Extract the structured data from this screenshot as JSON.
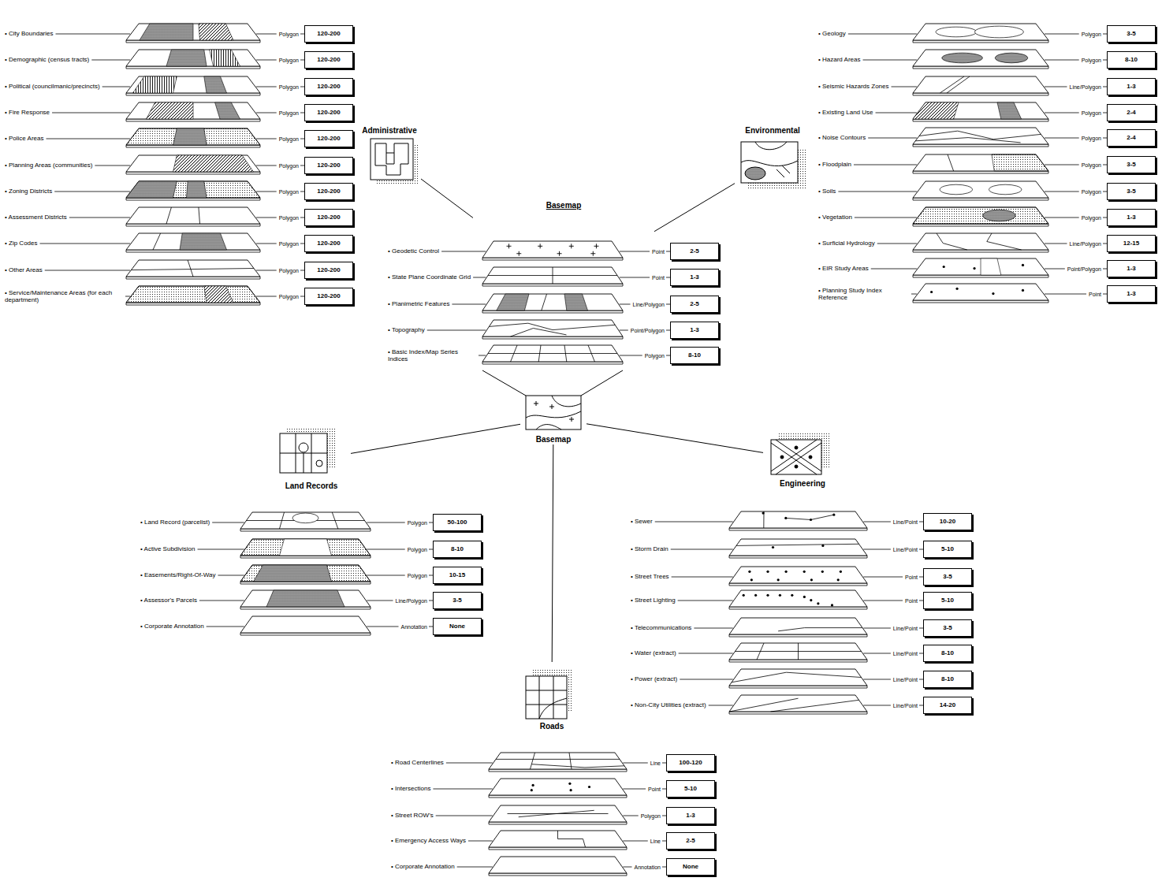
{
  "diagram": {
    "nodes": [
      {
        "text": [
          "120-200"
        ]
      },
      {
        "text": [
          "120-200"
        ]
      },
      {
        "text": [
          "120-200"
        ]
      },
      {
        "text": [
          "120-200"
        ]
      },
      {
        "text": [
          "120-200"
        ]
      },
      {
        "text": [
          "120-200"
        ]
      },
      {
        "text": [
          "120-200"
        ]
      },
      {
        "text": [
          "120-200"
        ]
      },
      {
        "text": [
          "120-200"
        ]
      },
      {
        "text": [
          "120-200"
        ]
      },
      {
        "text": [
          "120-200"
        ]
      },
      {
        "text": [
          "Administrative"
        ]
      },
      {
        "text": [
          "Basemap"
        ]
      },
      {
        "text": [
          "2-5"
        ]
      },
      {
        "text": [
          "1-3"
        ]
      },
      {
        "text": [
          "2-5"
        ]
      },
      {
        "text": [
          "1-3"
        ]
      },
      {
        "text": [
          "8-10"
        ]
      },
      {
        "text": [
          "Environmental"
        ]
      },
      {
        "text": [
          "3-5"
        ]
      },
      {
        "text": [
          "8-10"
        ]
      },
      {
        "text": [
          "1-3"
        ]
      },
      {
        "text": [
          "2-4"
        ]
      },
      {
        "text": [
          "2-4"
        ]
      },
      {
        "text": [
          "3-5"
        ]
      },
      {
        "text": [
          "3-5"
        ]
      },
      {
        "text": [
          "1-3"
        ]
      },
      {
        "text": [
          "12-15"
        ]
      },
      {
        "text": [
          "1-3"
        ]
      },
      {
        "text": [
          "1-3"
        ]
      },
      {
        "text": [
          "Basemap"
        ]
      },
      {
        "text": [
          "Land Records"
        ]
      },
      {
        "text": [
          "50-100"
        ]
      },
      {
        "text": [
          "8-10"
        ]
      },
      {
        "text": [
          "10-15"
        ]
      },
      {
        "text": [
          "3-5"
        ]
      },
      {
        "text": [
          "None"
        ]
      },
      {
        "text": [
          "Engineering"
        ]
      },
      {
        "text": [
          "10-20"
        ]
      },
      {
        "text": [
          "5-10"
        ]
      },
      {
        "text": [
          "3-5"
        ]
      },
      {
        "text": [
          "5-10"
        ]
      },
      {
        "text": [
          "3-5"
        ]
      },
      {
        "text": [
          "8-10"
        ]
      },
      {
        "text": [
          "8-10"
        ]
      },
      {
        "text": [
          "14-20"
        ]
      },
      {
        "text": [
          "Roads"
        ]
      },
      {
        "text": [
          "100-120"
        ]
      },
      {
        "text": [
          "5-10"
        ]
      },
      {
        "text": [
          "1-3"
        ]
      },
      {
        "text": [
          "2-5"
        ]
      },
      {
        "text": [
          "None"
        ]
      }
    ],
    "edges": [
      {
        "from": 11,
        "to": 12,
        "arrow": "none"
      },
      {
        "from": 18,
        "to": 12,
        "arrow": "none"
      },
      {
        "from": 12,
        "to": 30,
        "arrow": "none"
      },
      {
        "from": 30,
        "to": 31,
        "arrow": "none"
      },
      {
        "from": 30,
        "to": 37,
        "arrow": "none"
      },
      {
        "from": 30,
        "to": 46,
        "arrow": "none"
      }
    ],
    "labels": [
      "• City Boundaries",
      "Polygon",
      "• Demographic (census tracts)",
      "Polygon",
      "• Political (councilmanic/precincts)",
      "Polygon",
      "• Fire Response",
      "Polygon",
      "• Police Areas",
      "Polygon",
      "• Planning Areas (communities)",
      "Polygon",
      "• Zoning Districts",
      "Polygon",
      "• Assessment Districts",
      "Polygon",
      "• Zip Codes",
      "Polygon",
      "• Other Areas",
      "Polygon",
      "• Service/Maintenance Areas (for each department)",
      "Polygon",
      "• Geodetic Control",
      "Point",
      "• State Plane Coordinate Grid",
      "Point",
      "• Planimetric Features",
      "Line/Polygon",
      "• Topography",
      "Point/Polygon",
      "• Basic Index/Map Series Indices",
      "Polygon",
      "• Geology",
      "Polygon",
      "• Hazard Areas",
      "Polygon",
      "• Seismic Hazards Zones",
      "Line/Polygon",
      "• Existing Land Use",
      "Polygon",
      "• Noise Contours",
      "Polygon",
      "• Floodplain",
      "Polygon",
      "• Soils",
      "Polygon",
      "• Vegetation",
      "Polygon",
      "• Surficial Hydrology",
      "Line/Polygon",
      "• EIR Study Areas",
      "Point/Polygon",
      "• Planning Study Index Reference",
      "Point",
      "• Land Record (parcelist)",
      "Polygon",
      "• Active Subdivision",
      "Polygon",
      "• Easements/Right-Of-Way",
      "Polygon",
      "• Assessor's Parcels",
      "Line/Polygon",
      "• Corporate Annotation",
      "Annotation",
      "• Sewer",
      "Line/Point",
      "• Storm Drain",
      "Line/Point",
      "• Street Trees",
      "Point",
      "• Street Lighting",
      "Point",
      "• Telecommunications",
      "Line/Point",
      "• Water (extract)",
      "Line/Point",
      "• Power (extract)",
      "Line/Point",
      "• Non-City Utilities (extract)",
      "Line/Point",
      "• Road Centerlines",
      "Line",
      "• Intersections",
      "Point",
      "• Street ROW's",
      "Polygon",
      "• Emergency Access Ways",
      "Line",
      "• Corporate Annotation",
      "Annotation"
    ]
  }
}
